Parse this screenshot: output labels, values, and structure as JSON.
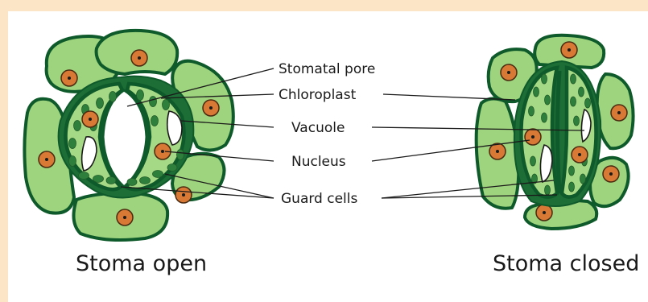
{
  "labels": {
    "stomatal_pore": "Stomatal pore",
    "chloroplast": "Chloroplast",
    "vacuole": "Vacuole",
    "nucleus": "Nucleus",
    "guard_cells": "Guard cells"
  },
  "captions": {
    "open": "Stoma open",
    "closed": "Stoma closed"
  },
  "colors": {
    "background": "#fbe5c6",
    "cell_fill": "#9fd47e",
    "cell_wall": "#0f5a2a",
    "chloroplast": "#2f7f3c",
    "nucleus": "#d87a35"
  }
}
